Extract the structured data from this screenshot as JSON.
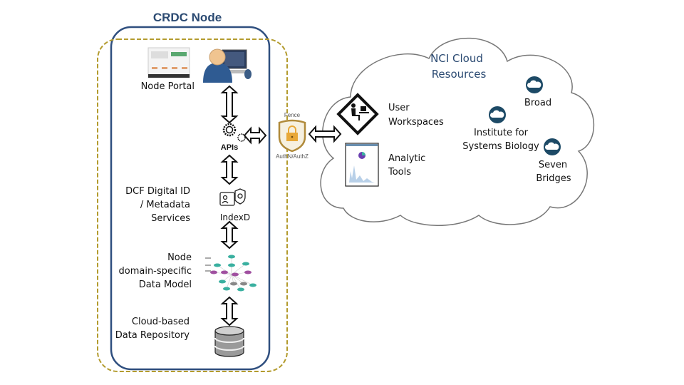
{
  "title": "CRDC Node",
  "node": {
    "portal_label": "Node Portal",
    "apis_label": "APIs",
    "fence_title": "Fence",
    "fence_subtitle": "AuthN/AuthZ",
    "indexd_label": "IndexD",
    "dcf_lines": [
      "DCF Digital ID",
      "/ Metadata",
      "Services"
    ],
    "model_lines": [
      "Node",
      "domain-specific",
      "Data Model"
    ],
    "repo_lines": [
      "Cloud-based",
      "Data Repository"
    ]
  },
  "cloud": {
    "title_lines": [
      "NCI Cloud",
      "Resources"
    ],
    "workspaces_lines": [
      "User",
      "Workspaces"
    ],
    "tools_lines": [
      "Analytic",
      "Tools"
    ],
    "providers": [
      {
        "lines": [
          "Broad"
        ]
      },
      {
        "lines": [
          "Institute for",
          "Systems Biology"
        ]
      },
      {
        "lines": [
          "Seven",
          "Bridges"
        ]
      }
    ]
  },
  "colors": {
    "title": "#2b4a72",
    "node_border": "#2f4f7f",
    "dashed_border": "#b39b2e",
    "cloud_title": "#2b4a72",
    "provider_icon": "#1d4a66",
    "lock": "#e8a838"
  }
}
